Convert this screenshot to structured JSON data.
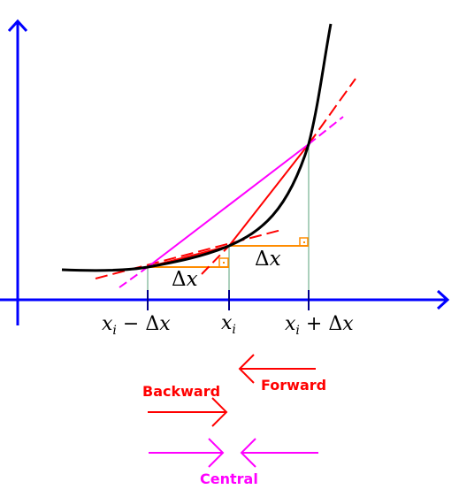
{
  "colors": {
    "axes": "#0000ff",
    "curve": "#000000",
    "forward": "#ff0000",
    "central": "#ff00ff",
    "delta": "#ff8c00",
    "guide": "#2e8b57"
  },
  "tick_labels": {
    "left": "x_i − Δx",
    "center": "x_i",
    "right": "x_i + Δx"
  },
  "delta_labels": {
    "lower": "Δx",
    "upper": "Δx"
  },
  "legend": {
    "backward": "Backward",
    "forward": "Forward",
    "central": "Central"
  }
}
